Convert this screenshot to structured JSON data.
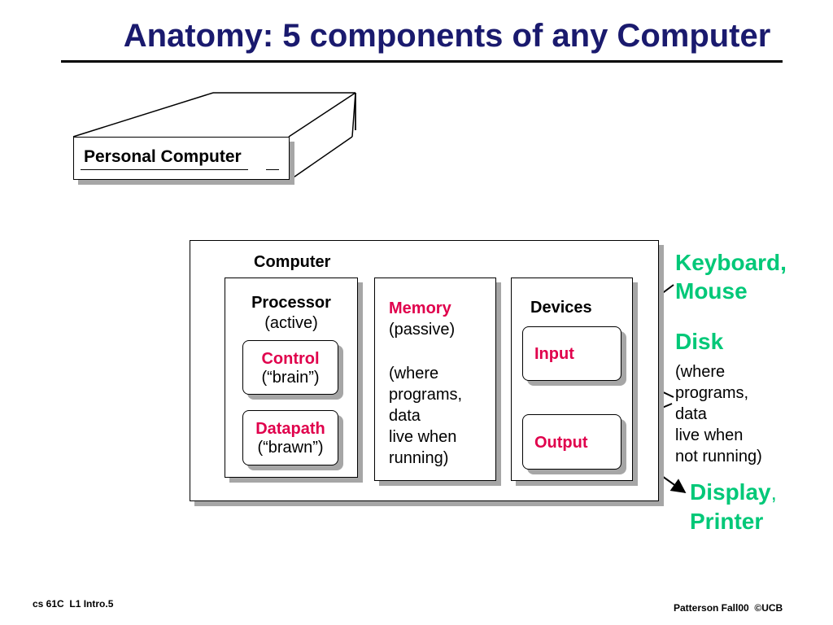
{
  "slide": {
    "title": "Anatomy: 5 components of any Computer",
    "footer_left": "cs 61C  L1 Intro.5",
    "footer_right": "Patterson Fall00  ©UCB"
  },
  "pc": {
    "label": "Personal Computer"
  },
  "computer": {
    "label": "Computer",
    "processor": {
      "title": "Processor",
      "subtitle": "(active)",
      "control": {
        "title": "Control",
        "subtitle": "(“brain”)"
      },
      "datapath": {
        "title": "Datapath",
        "subtitle": "(“brawn”)"
      }
    },
    "memory": {
      "title": "Memory",
      "subtitle": "(passive)",
      "lines": [
        "(where",
        "programs,",
        "data",
        "live when",
        "running)"
      ]
    },
    "devices": {
      "title": "Devices",
      "input": "Input",
      "output": "Output"
    }
  },
  "external": {
    "keyboard": [
      "Keyboard,",
      "Mouse"
    ],
    "disk": "Disk",
    "disk_lines": [
      "(where",
      "programs,",
      "data",
      "live when",
      "not running)"
    ],
    "display": [
      "Display",
      ",",
      "Printer"
    ]
  },
  "colors": {
    "title": "#1a1a6e",
    "accent_red": "#e0004c",
    "accent_green": "#00c878",
    "shadow": "#a6a6a6"
  }
}
